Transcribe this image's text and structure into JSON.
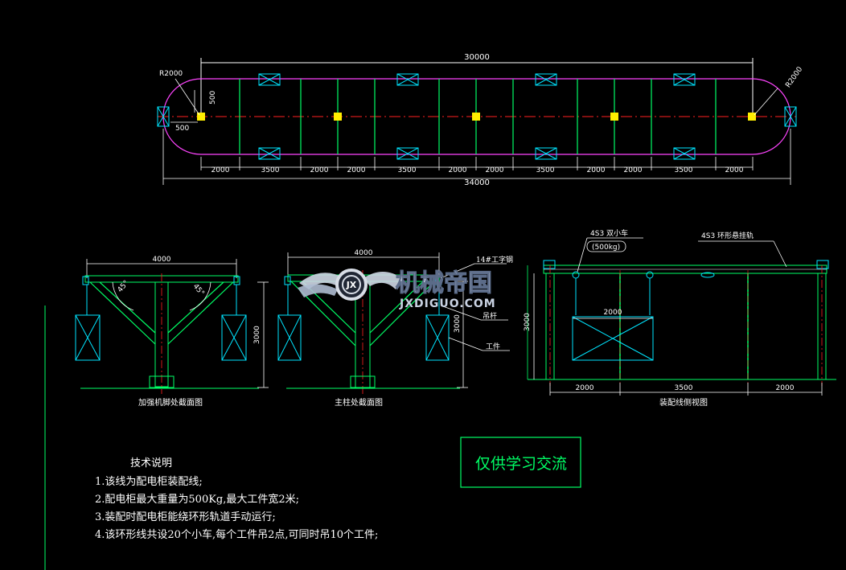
{
  "plan": {
    "overall_top": "30000",
    "overall_bottom": "34000",
    "radius_left": "R2000",
    "radius_right": "R2000",
    "dim_500_v": "500",
    "dim_500_h": "500",
    "segments": [
      "2000",
      "3500",
      "2000",
      "2000",
      "3500",
      "2000",
      "2000",
      "3500",
      "2000",
      "2000",
      "3500",
      "2000"
    ]
  },
  "section_a": {
    "title": "加强机脚处截面图",
    "width_dim": "4000",
    "height_dim": "3000",
    "angle_left": "45°",
    "angle_right": "45°"
  },
  "section_b": {
    "title": "主柱处截面图",
    "width_dim": "4000",
    "height_dim": "3000",
    "label_beam": "14#工字钢",
    "label_hook": "吊杆",
    "label_work": "工件"
  },
  "side_view": {
    "title": "装配线侧视图",
    "label_trolley": "4S3 双小车",
    "label_load": "(500kg)",
    "label_rail": "4S3 环形悬挂轨",
    "dim_inner": "2000",
    "dim_height": "3000",
    "dims_bottom": [
      "2000",
      "3500",
      "2000"
    ]
  },
  "watermark": {
    "cn": "机械帝国",
    "en": "JXDIGUO.COM",
    "badge": "JX"
  },
  "notes": {
    "heading": "技术说明",
    "items": [
      "1.该线为配电柜装配线;",
      "2.配电柜最大重量为500Kg,最大工件宽2米;",
      "3.装配时配电柜能绕环形轨道手动运行;",
      "4.该环形线共设20个小车,每个工件吊2点,可同时吊10个工件;"
    ]
  },
  "stamp": "仅供学习交流",
  "colors": {
    "background": "#000000",
    "frame": "#00e5ff",
    "structure": "#00ff66",
    "dimension": "#ffffff",
    "centerline": "#ff2020",
    "track": "#ff44ff",
    "node": "#ffee00"
  }
}
